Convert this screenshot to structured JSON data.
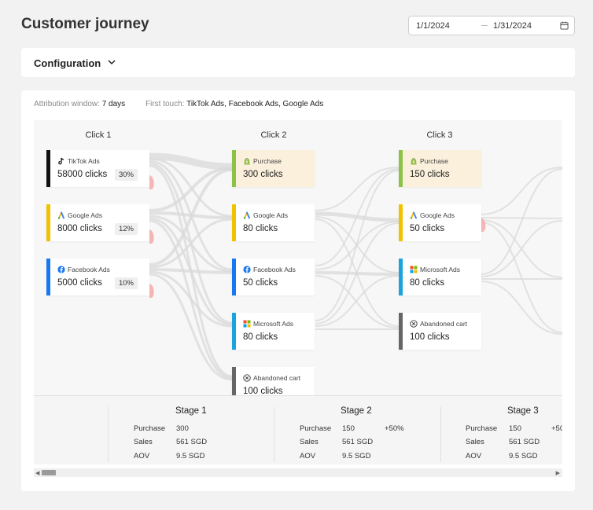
{
  "header": {
    "title": "Customer journey",
    "date_start": "1/1/2024",
    "date_end": "1/31/2024"
  },
  "config": {
    "label": "Configuration"
  },
  "info": {
    "window_label": "Attribution window:",
    "window_value": "7 days",
    "first_touch_label": "First touch:",
    "first_touch_value": "TikTok Ads, Facebook Ads, Google Ads"
  },
  "columns": [
    "Click 1",
    "Click 2",
    "Click 3"
  ],
  "nodes": {
    "c1_tiktok": {
      "source": "TikTok Ads",
      "count": "58000 clicks",
      "pct": "30%",
      "color": "#111111",
      "icon": "tiktok-icon"
    },
    "c1_google": {
      "source": "Google Ads",
      "count": "8000 clicks",
      "pct": "12%",
      "color": "#f2c200",
      "icon": "google-ads-icon"
    },
    "c1_facebook": {
      "source": "Facebook Ads",
      "count": "5000 clicks",
      "pct": "10%",
      "color": "#1877f2",
      "icon": "facebook-icon"
    },
    "c2_purchase": {
      "source": "Purchase",
      "count": "300 clicks",
      "color": "#8bc34a",
      "icon": "shopify-icon"
    },
    "c2_google": {
      "source": "Google Ads",
      "count": "80 clicks",
      "color": "#f2c200",
      "icon": "google-ads-icon"
    },
    "c2_facebook": {
      "source": "Facebook Ads",
      "count": "50 clicks",
      "color": "#1877f2",
      "icon": "facebook-icon"
    },
    "c2_microsoft": {
      "source": "Microsoft Ads",
      "count": "80 clicks",
      "color": "#1aa3dd",
      "icon": "microsoft-icon"
    },
    "c2_abandoned": {
      "source": "Abandoned cart",
      "count": "100 clicks",
      "color": "#666666",
      "icon": "abandoned-cart-icon"
    },
    "c3_purchase": {
      "source": "Purchase",
      "count": "150 clicks",
      "color": "#8bc34a",
      "icon": "shopify-icon"
    },
    "c3_google": {
      "source": "Google Ads",
      "count": "50 clicks",
      "color": "#f2c200",
      "icon": "google-ads-icon"
    },
    "c3_microsoft": {
      "source": "Microsoft Ads",
      "count": "80 clicks",
      "color": "#1aa3dd",
      "icon": "microsoft-icon"
    },
    "c3_abandoned": {
      "source": "Abandoned cart",
      "count": "100 clicks",
      "color": "#666666",
      "icon": "abandoned-cart-icon"
    }
  },
  "stages": [
    {
      "title": "Stage 1",
      "rows": [
        {
          "label": "Purchase",
          "value": "300",
          "change": ""
        },
        {
          "label": "Sales",
          "value": "561 SGD",
          "change": ""
        },
        {
          "label": "AOV",
          "value": "9.5 SGD",
          "change": ""
        }
      ]
    },
    {
      "title": "Stage 2",
      "rows": [
        {
          "label": "Purchase",
          "value": "150",
          "change": "+50%"
        },
        {
          "label": "Sales",
          "value": "561 SGD",
          "change": ""
        },
        {
          "label": "AOV",
          "value": "9.5 SGD",
          "change": ""
        }
      ]
    },
    {
      "title": "Stage 3",
      "rows": [
        {
          "label": "Purchase",
          "value": "150",
          "change": "+50"
        },
        {
          "label": "Sales",
          "value": "561 SGD",
          "change": ""
        },
        {
          "label": "AOV",
          "value": "9.5 SGD",
          "change": ""
        }
      ]
    }
  ],
  "colors": {
    "flow": "#d9d9d9",
    "purchase_bg": "#fbf0dc",
    "dropoff": "#f5a5a5"
  }
}
